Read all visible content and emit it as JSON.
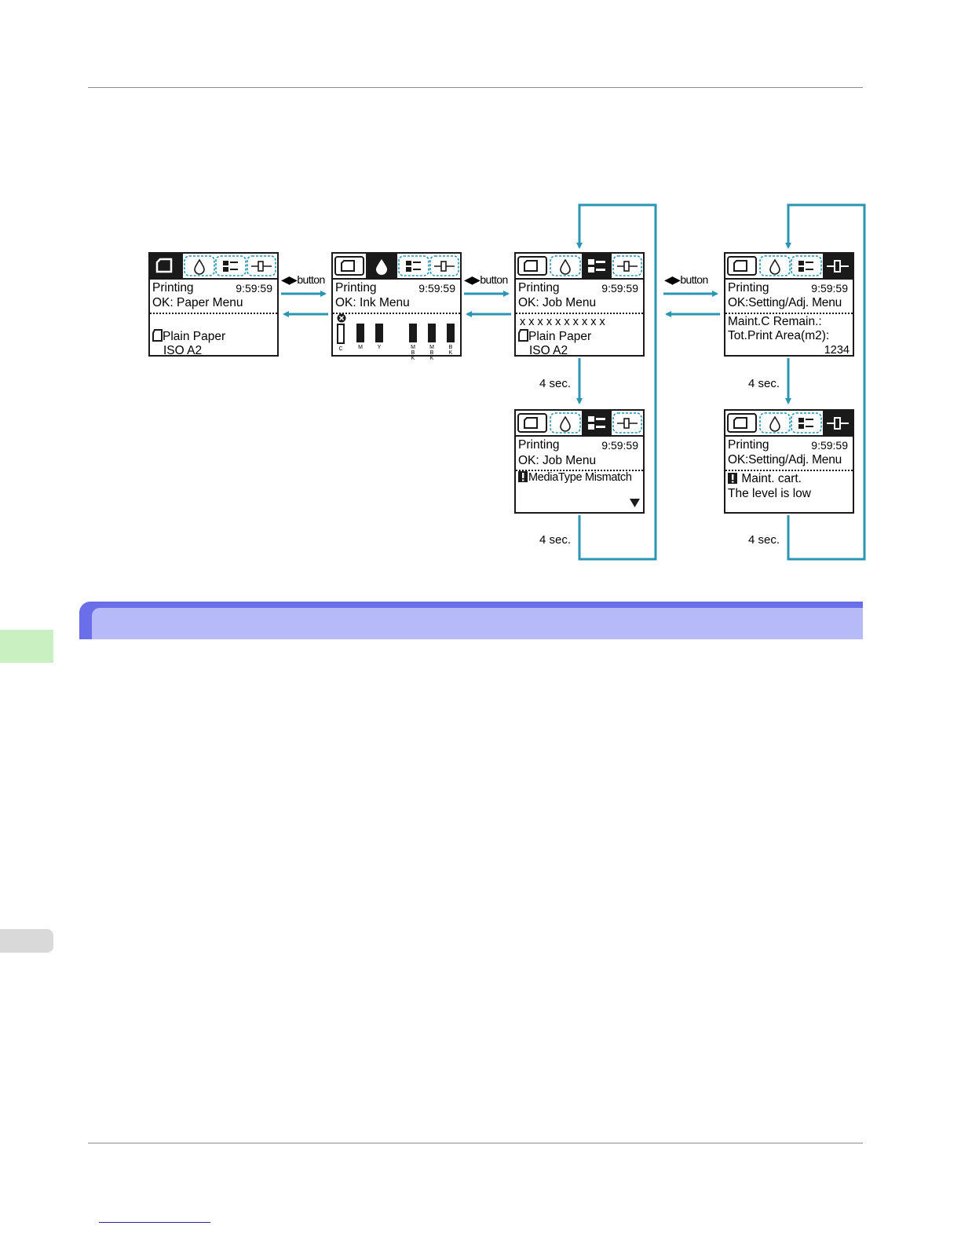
{
  "colors": {
    "arrow": "#2a95b3",
    "section_band": "#6a6ee8",
    "section_band_inner": "#b7baf9",
    "tab_green": "#c8f0c0"
  },
  "buttons": {
    "lr_label": "button"
  },
  "timer": {
    "label": "4 sec."
  },
  "screens": {
    "paper": {
      "status": "Printing",
      "time": "9:59:59",
      "menu": "OK: Paper Menu",
      "detail1": "Plain Paper",
      "detail2": "ISO A2"
    },
    "ink": {
      "status": "Printing",
      "time": "9:59:59",
      "menu": "OK: Ink Menu",
      "ink_labels": [
        "C",
        "M",
        "Y",
        "M\nB\nK",
        "M\nB\nK",
        "B\nK"
      ]
    },
    "job": {
      "status": "Printing",
      "time": "9:59:59",
      "menu": "OK: Job Menu",
      "detail0": "x x x x x x x x x x",
      "detail1": "Plain Paper",
      "detail2": "ISO A2"
    },
    "job_error": {
      "status": "Printing",
      "time": "9:59:59",
      "menu": "OK: Job Menu",
      "message": "MediaType Mismatch"
    },
    "setting": {
      "status": "Printing",
      "time": "9:59:59",
      "menu": "OK:Setting/Adj. Menu",
      "detail1": "Maint.C Remain.:",
      "detail2": "Tot.Print Area(m2):",
      "detail3": "1234"
    },
    "setting_warn": {
      "status": "Printing",
      "time": "9:59:59",
      "menu": "OK:Setting/Adj. Menu",
      "message1": "Maint. cart.",
      "message2": "The level is low"
    }
  },
  "icons": [
    "paper-icon",
    "ink-drop-icon",
    "job-list-icon",
    "settings-adjust-icon",
    "warning-icon",
    "error-icon",
    "down-arrow-icon"
  ]
}
